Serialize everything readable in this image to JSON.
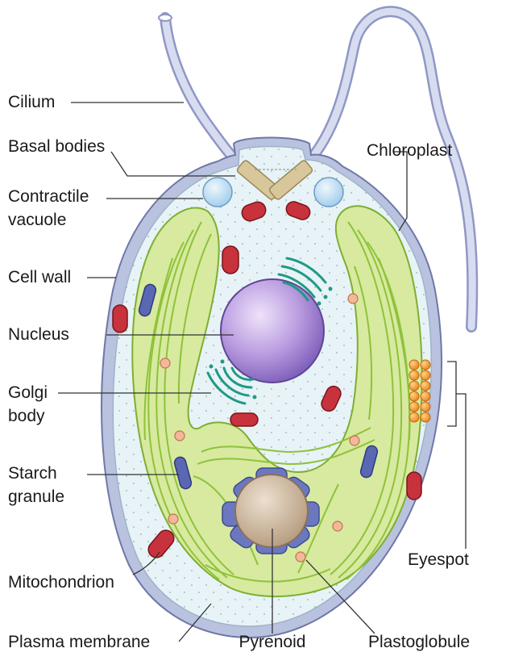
{
  "diagram": {
    "labels": {
      "cilium": "Cilium",
      "basal_bodies": "Basal bodies",
      "contractile_vacuole_1": "Contractile",
      "contractile_vacuole_2": "vacuole",
      "cell_wall": "Cell wall",
      "nucleus": "Nucleus",
      "golgi_1": "Golgi",
      "golgi_2": "body",
      "starch_1": "Starch",
      "starch_2": "granule",
      "mitochondrion": "Mitochondrion",
      "plasma_membrane": "Plasma membrane",
      "pyrenoid": "Pyrenoid",
      "plastoglobule": "Plastoglobule",
      "eyespot": "Eyespot",
      "chloroplast": "Chloroplast"
    },
    "colors": {
      "cell_wall": "#b9c2df",
      "cytoplasm": "#e6f3f6",
      "chloroplast": "#d6ea9e",
      "thylakoid": "#8fc23a",
      "nucleus": "#b38fd6",
      "golgi": "#1f9a84",
      "mitochondrion": "#c8323c",
      "starch": "#5a68b4",
      "pyrenoid": "#c9b39a",
      "eyespot": "#f29a28",
      "vacuole": "#bcdcf2",
      "basal_body": "#d8c79a",
      "leader_line": "#333333"
    }
  }
}
